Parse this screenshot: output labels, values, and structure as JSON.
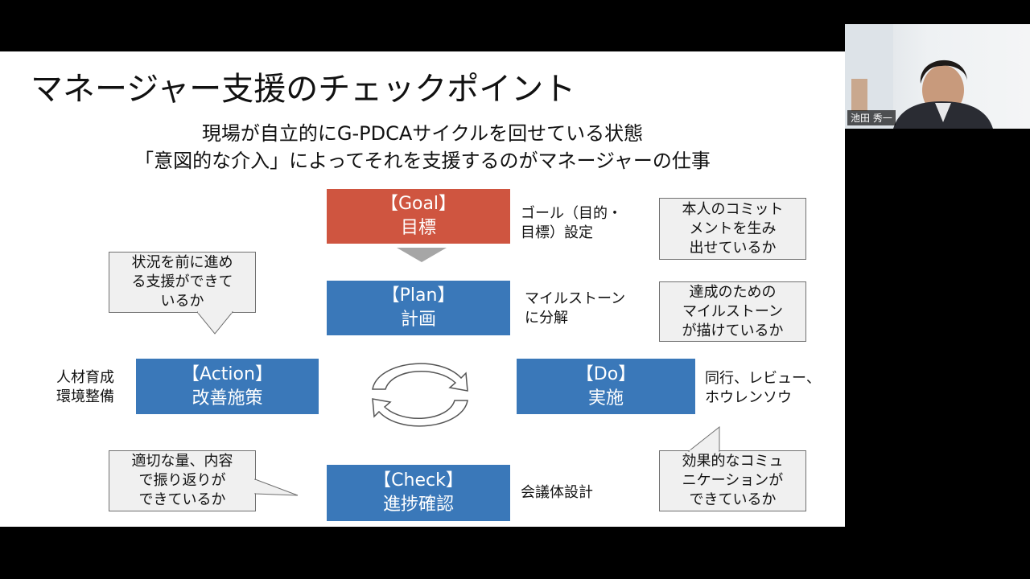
{
  "slide": {
    "title": "マネージャー支援のチェックポイント",
    "subtitle_line1": "現場が自立的にG-PDCAサイクルを回せている状態",
    "subtitle_line2": "「意図的な介入」によってそれを支援するのがマネージャーの仕事",
    "goal": {
      "tag": "【Goal】",
      "label": "目標",
      "note_lines": [
        "ゴール（目的・",
        "目標）設定"
      ],
      "bubble_lines": [
        "本人のコミット",
        "メントを生み",
        "出せているか"
      ]
    },
    "plan": {
      "tag": "【Plan】",
      "label": "計画",
      "note_lines": [
        "マイルストーン",
        "に分解"
      ],
      "bubble_lines": [
        "達成のための",
        "マイルストーン",
        "が描けているか"
      ]
    },
    "do": {
      "tag": "【Do】",
      "label": "実施",
      "note_lines": [
        "同行、レビュー、",
        "ホウレンソウ"
      ],
      "bubble_lines": [
        "効果的なコミュ",
        "ニケーションが",
        "できているか"
      ]
    },
    "check": {
      "tag": "【Check】",
      "label": "進捗確認",
      "note_lines": [
        "会議体設計"
      ],
      "bubble_lines": [
        "適切な量、内容",
        "で振り返りが",
        "できているか"
      ]
    },
    "action": {
      "tag": "【Action】",
      "label": "改善施策",
      "note_lines": [
        "人材育成",
        "環境整備"
      ],
      "bubble_lines": [
        "状況を前に進め",
        "る支援ができて",
        "いるか"
      ]
    },
    "colors": {
      "goal": "#cf5540",
      "pdca": "#3a78b9",
      "arrow": "#a6a6a6",
      "bubble_fill": "#f0f0f0"
    }
  },
  "video": {
    "participant_name": "池田 秀一"
  }
}
